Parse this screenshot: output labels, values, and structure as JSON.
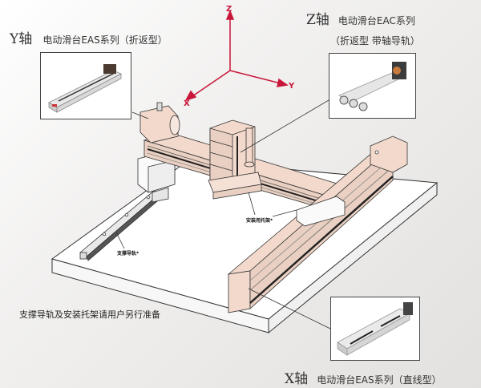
{
  "labels": {
    "y_axis": {
      "axis": "Y轴",
      "title": "电动滑台EAS系列（折返型）"
    },
    "z_axis": {
      "axis": "Z轴",
      "title": "电动滑台EAC系列",
      "subtitle": "（折返型  带轴导轨）"
    },
    "x_axis": {
      "axis": "X轴",
      "title": "电动滑台EAS系列（直线型）"
    }
  },
  "notes": {
    "support_rail": "支撑导轨*",
    "mounting_bracket": "安装用托架*",
    "footnote": "支撑导轨及安装托架请用户另行准备"
  },
  "coordinate_axes": {
    "z": "Z",
    "y": "Y",
    "x": "X"
  },
  "colors": {
    "axis_red": "#c8173b",
    "slider_body": "#f2d9cc",
    "outline": "#333333",
    "plate": "#ffffff"
  }
}
